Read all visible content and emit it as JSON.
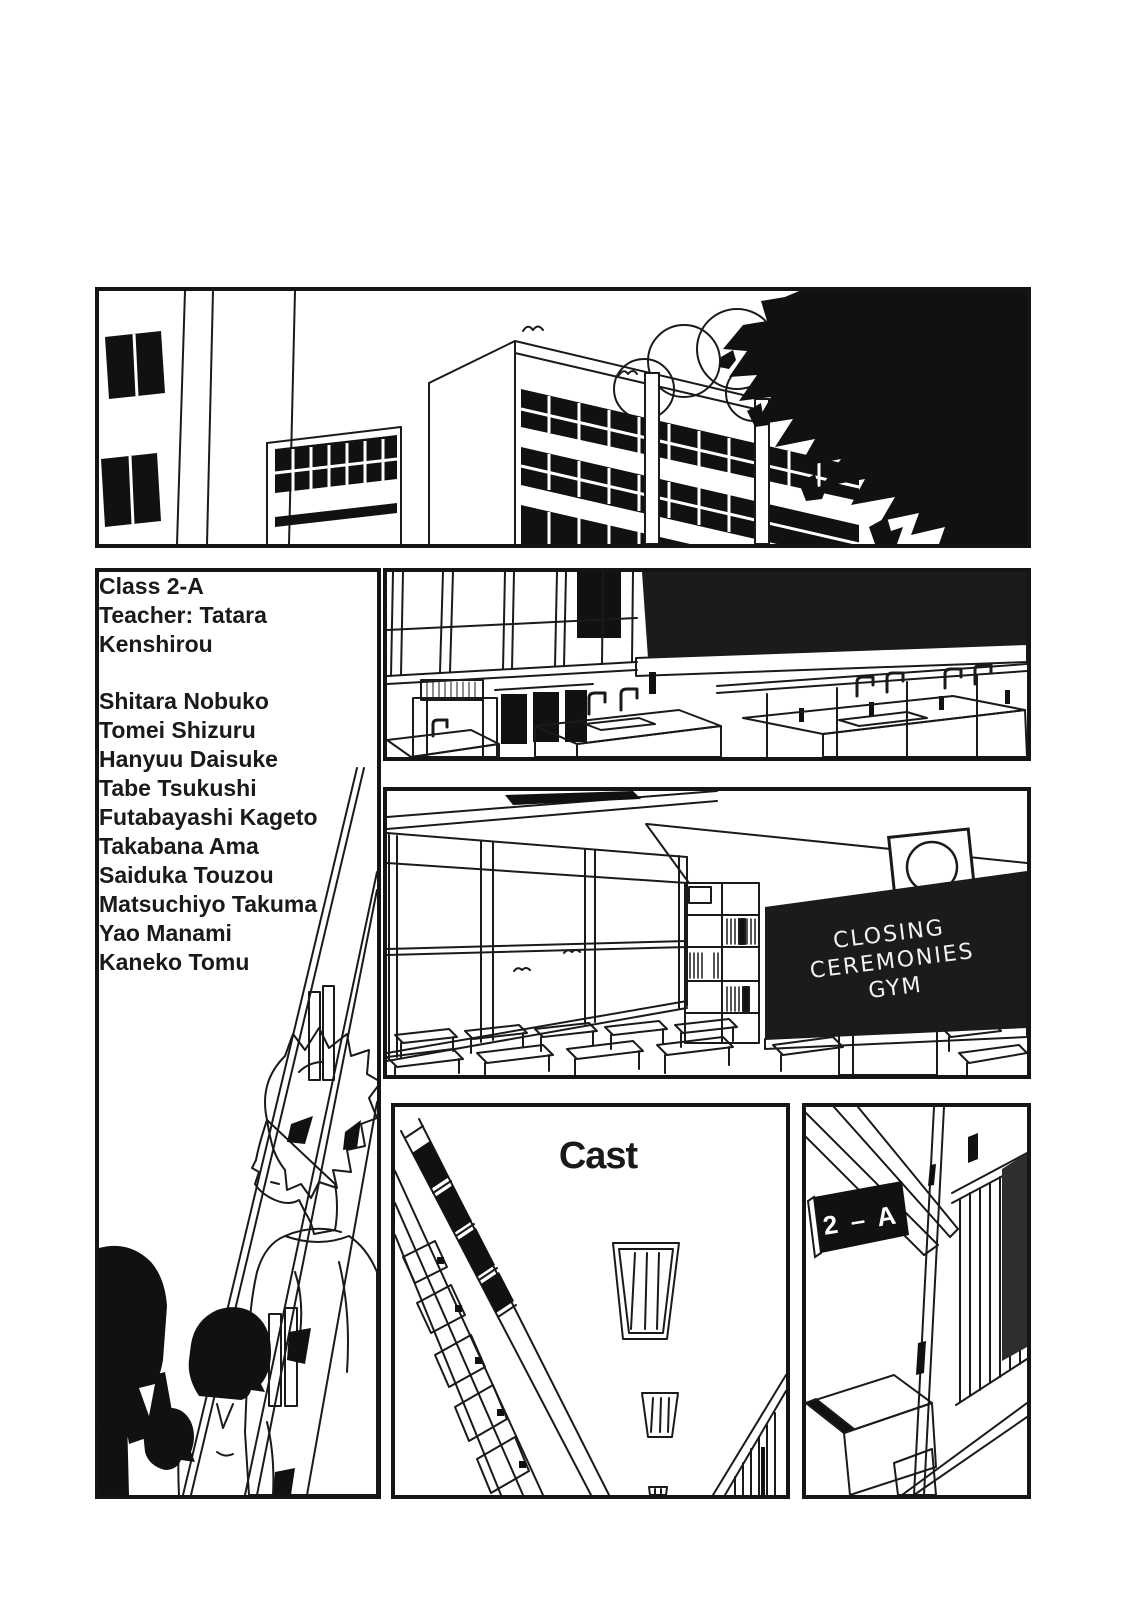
{
  "page": {
    "paper_color": "#ffffff",
    "ink_color": "#1a1a1a",
    "board_color": "#1b1b1b",
    "chalk_color": "#f2f2f2"
  },
  "roster": {
    "class_label": "Class 2-A",
    "teacher_label": "Teacher: Tatara Kenshirou",
    "students": [
      "Shitara Nobuko",
      "Tomei Shizuru",
      "Hanyuu Daisuke",
      "Tabe Tsukushi",
      "Futabayashi Kageto",
      "Takabana Ama",
      "Saiduka Touzou",
      "Matsuchiyo Takuma",
      "Yao Manami",
      "Kaneko Tomu"
    ]
  },
  "blackboard": {
    "lines": [
      "CLOSING",
      "CEREMONIES",
      "GYM"
    ]
  },
  "hallway": {
    "cast_label": "Cast"
  },
  "door_sign": {
    "label": "2 – A"
  }
}
